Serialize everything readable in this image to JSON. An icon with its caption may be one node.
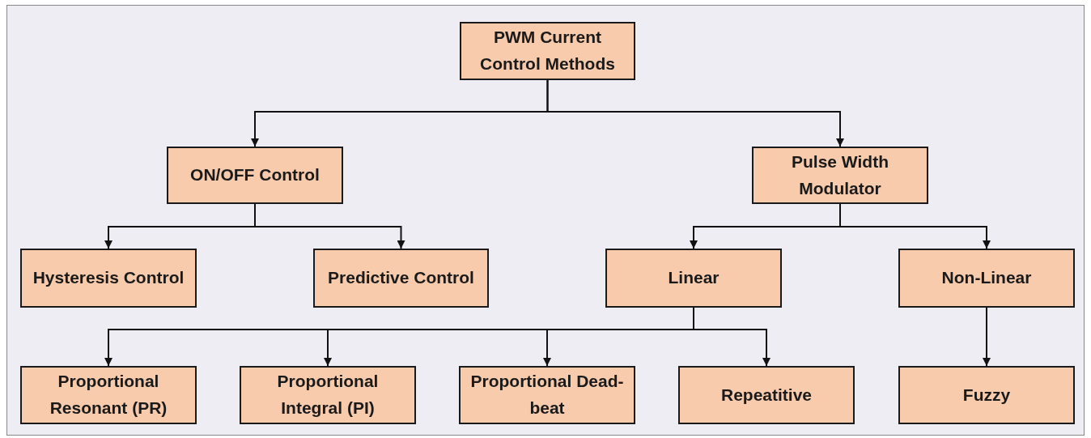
{
  "diagram": {
    "nodes": [
      {
        "text": [
          "PWM Current Control Methods"
        ]
      },
      {
        "text": [
          "ON/OFF Control"
        ]
      },
      {
        "text": [
          "Pulse Width Modulator"
        ]
      },
      {
        "text": [
          "Hysteresis Control"
        ]
      },
      {
        "text": [
          "Predictive Control"
        ]
      },
      {
        "text": [
          "Linear"
        ]
      },
      {
        "text": [
          "Non-Linear"
        ]
      },
      {
        "text": [
          "Proportional Resonant (PR)"
        ]
      },
      {
        "text": [
          "Proportional Integral (PI)"
        ]
      },
      {
        "text": [
          "Proportional Dead-beat"
        ]
      },
      {
        "text": [
          "Repeatitive"
        ]
      },
      {
        "text": [
          "Fuzzy"
        ]
      }
    ],
    "edges": [
      {
        "from": 0,
        "to": 1,
        "arrow": "to"
      },
      {
        "from": 0,
        "to": 2,
        "arrow": "to"
      },
      {
        "from": 1,
        "to": 3,
        "arrow": "to"
      },
      {
        "from": 1,
        "to": 4,
        "arrow": "to"
      },
      {
        "from": 2,
        "to": 5,
        "arrow": "to"
      },
      {
        "from": 2,
        "to": 6,
        "arrow": "to"
      },
      {
        "from": 5,
        "to": 7,
        "arrow": "to"
      },
      {
        "from": 5,
        "to": 8,
        "arrow": "to"
      },
      {
        "from": 5,
        "to": 9,
        "arrow": "to"
      },
      {
        "from": 5,
        "to": 10,
        "arrow": "to"
      },
      {
        "from": 6,
        "to": 11,
        "arrow": "to"
      }
    ]
  }
}
